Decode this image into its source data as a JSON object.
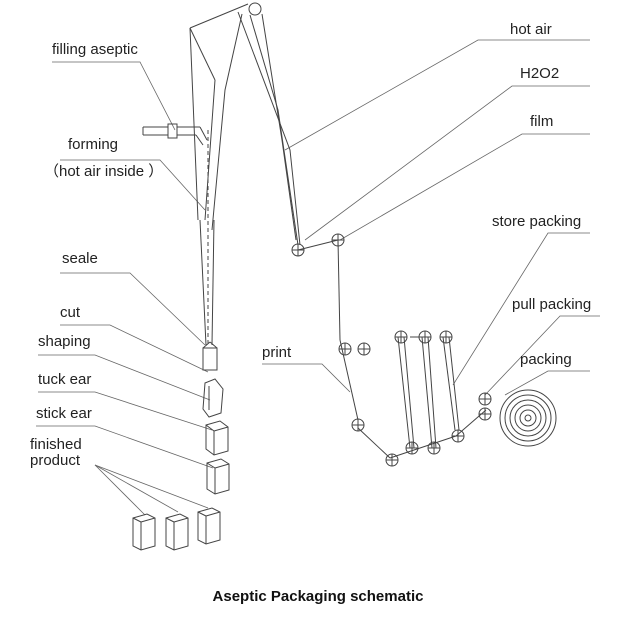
{
  "labels": {
    "filling_aseptic": "filling aseptic",
    "forming": "forming",
    "hot_air_inside": "（hot air inside ）",
    "seale": "seale",
    "cut": "cut",
    "shaping": "shaping",
    "tuck_ear": "tuck ear",
    "stick_ear": "stick ear",
    "finished_product_line1": "finished",
    "finished_product_line2": "product",
    "hot_air": "hot air",
    "h2o2": "H2O2",
    "film": "film",
    "store_packing": "store packing",
    "pull_packing": "pull packing",
    "packing": "packing",
    "print": "print"
  },
  "caption": "Aseptic Packaging schematic",
  "colors": {
    "line": "#444444",
    "text": "#222222"
  }
}
